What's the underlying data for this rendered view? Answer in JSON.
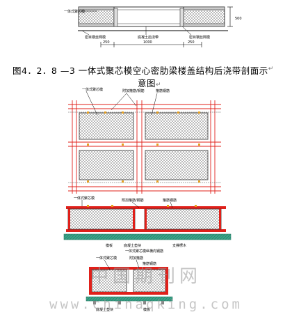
{
  "caption": {
    "line1": "图4．2．8 —3   一体式聚芯模空心密肋梁楼盖结构后浇带剖面示",
    "line2": "意图",
    "return_mark_1": "↵",
    "return_mark_2": "↵"
  },
  "fig1": {
    "label_top": "一体式聚芯模",
    "label_left": "密目钢丝网模",
    "label_mid": "底凝土后浇带",
    "label_right": "密目钢丝网模",
    "dim_left": "250",
    "dim_mid": "1000",
    "dim_right": "250",
    "dim_height": "500"
  },
  "fig2": {
    "label_a": "一体式聚芯模",
    "label_b": "附加箍筋/钢筋",
    "label_c": "箍筋钢筋"
  },
  "fig3": {
    "label_a": "一体式聚芯模",
    "label_b": "附加箍筋/钢筋",
    "label_c": "箍筋钢筋",
    "label_d": "模板",
    "label_e": "底凝土垫块",
    "label_f": "一体式聚芯模纵横向钢筋",
    "label_g": "支撑楞木"
  },
  "fig4": {
    "label_a": "一体式聚芯模",
    "label_b": "附加箍筋",
    "label_c": "箍筋钢筋",
    "label_d": "底凝土垫块",
    "label_e": "模板"
  },
  "watermark": {
    "line1": "中国期刊网",
    "line2": "www.chinaqking.com"
  },
  "colors": {
    "red": "#e0201a",
    "grid_dark": "#555555",
    "ground_green": "#2f7f6a",
    "ground_fill": "#3aa58a"
  }
}
